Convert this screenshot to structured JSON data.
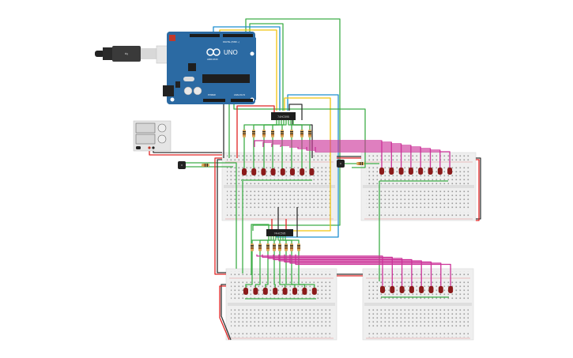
{
  "canvas": {
    "background": "#ffffff"
  },
  "colors": {
    "arduino_board": "#2b6aa3",
    "arduino_dark": "#1d4f7c",
    "wire_green": "#3fae49",
    "wire_yellow": "#f1c40f",
    "wire_blue": "#1f8fd0",
    "wire_red": "#e02424",
    "wire_black": "#333333",
    "wire_magenta": "#cc3399",
    "led_red": "#8b1a1a",
    "breadboard": "#eeeeee",
    "chip": "#1e1e1e"
  },
  "arduino": {
    "logo_text": "UNO",
    "brand_text": "ARDUINO",
    "digital_label": "DIGITAL (PWM ~)",
    "power_label": "POWER",
    "analog_label": "ANALOG IN"
  },
  "usb_cable": {
    "label": "usb-cable"
  },
  "power_supply": {
    "label": "power-supply"
  },
  "shift_registers": [
    {
      "label": "74HC595"
    },
    {
      "label": "74HC595"
    }
  ],
  "breadboards": [
    {
      "name": "breadboard-top-left",
      "led_count": 8
    },
    {
      "name": "breadboard-top-right",
      "led_count": 8
    },
    {
      "name": "breadboard-bottom-left",
      "led_count": 8
    },
    {
      "name": "breadboard-bottom-right",
      "led_count": 8
    }
  ],
  "transistors": [
    {
      "name": "transistor-left"
    },
    {
      "name": "transistor-right"
    }
  ]
}
